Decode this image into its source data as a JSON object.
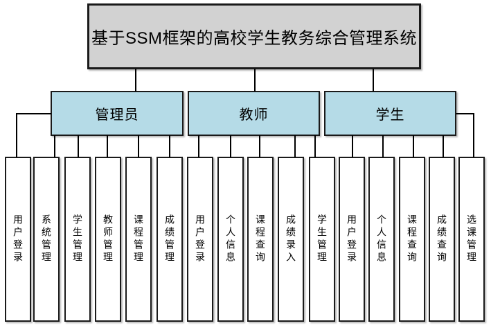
{
  "diagram": {
    "title_box": {
      "label": "基于SSM框架的高校学生教务综合管理系统"
    },
    "branches": [
      {
        "label": "管理员",
        "children": [
          "用户登录",
          "系统管理",
          "学生管理",
          "教师管理",
          "课程管理",
          "成绩管理"
        ]
      },
      {
        "label": "教师",
        "children": [
          "用户登录",
          "个人信息",
          "课程查询",
          "成绩录入",
          "学生管理"
        ]
      },
      {
        "label": "学生",
        "children": [
          "用户登录",
          "个人信息",
          "课程查询",
          "成绩查询",
          "选课管理"
        ]
      }
    ],
    "colors": {
      "background": "#ffffff",
      "root_fill": "#d2d2d2",
      "branch_fill": "#b5dbe7",
      "leaf_fill": "#ffffff",
      "box_border": "#1a1a1a",
      "connector": "#000000"
    }
  }
}
